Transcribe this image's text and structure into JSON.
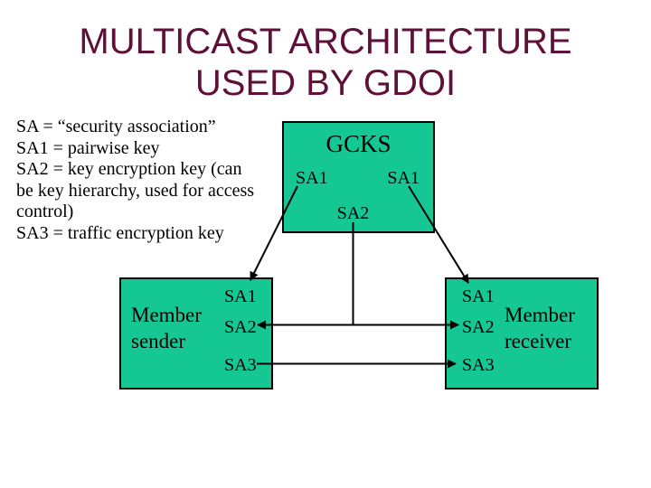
{
  "title": "MULTICAST ARCHITECTURE\nUSED BY GDOI",
  "legend": "SA = “security association”\nSA1 = pairwise key\nSA2 = key encryption key (can\nbe key hierarchy, used for access\ncontrol)\nSA3 = traffic encryption key",
  "colors": {
    "box-fill": "#15C793",
    "title-color": "#5E1038",
    "line-color": "#000000",
    "background": "#FFFFFF"
  },
  "diagram": {
    "gcks": {
      "title": "GCKS",
      "sa1_left": "SA1",
      "sa1_right": "SA1",
      "sa2": "SA2"
    },
    "member_sender": {
      "name": "Member\nsender",
      "sa1": "SA1",
      "sa2": "SA2",
      "sa3": "SA3"
    },
    "member_receiver": {
      "name": "Member\nreceiver",
      "sa1": "SA1",
      "sa2": "SA2",
      "sa3": "SA3"
    }
  }
}
